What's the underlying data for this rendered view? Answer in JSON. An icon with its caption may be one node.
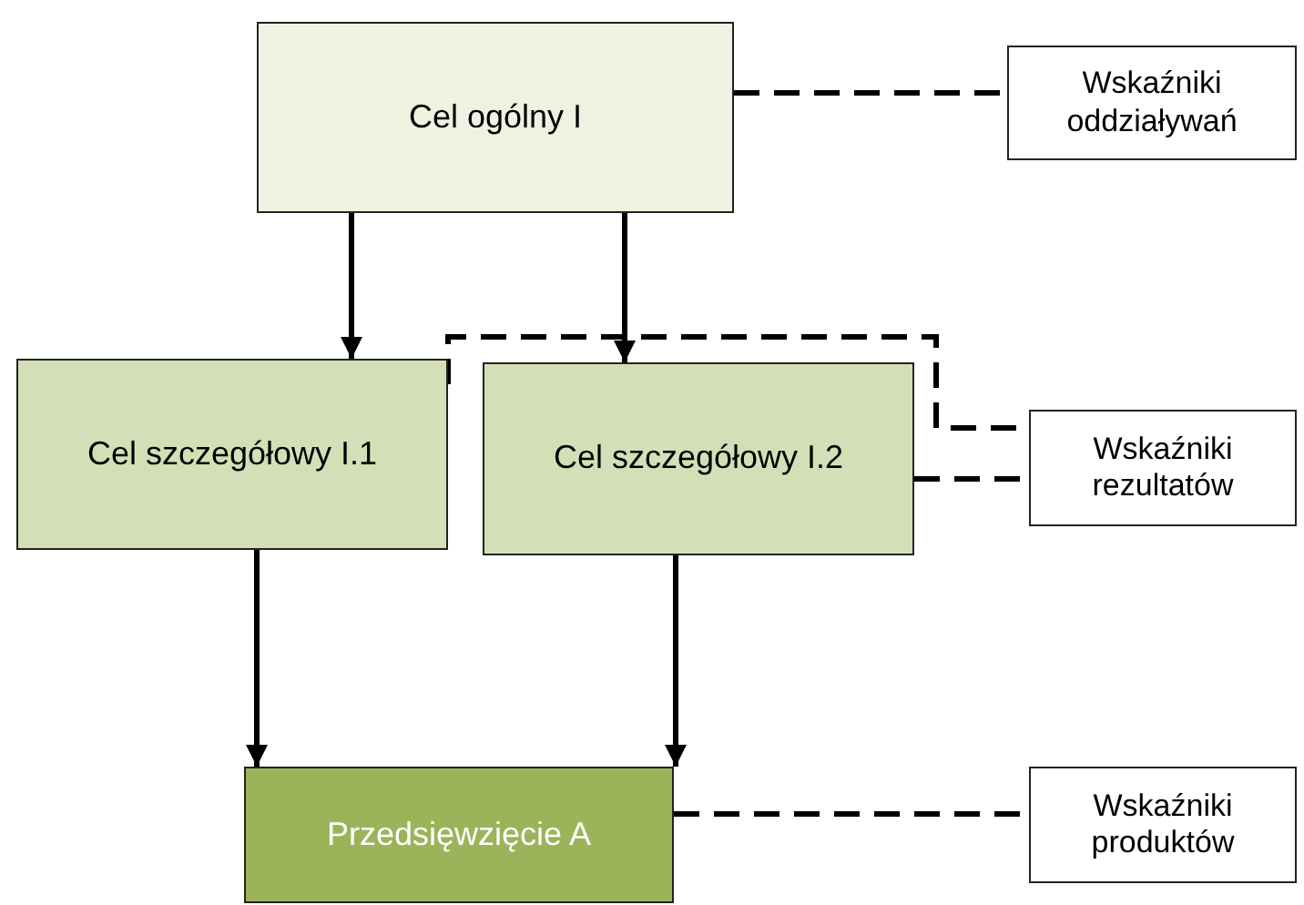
{
  "diagram": {
    "nodes": [
      {
        "text": [
          "Cel ogólny I"
        ]
      },
      {
        "text": [
          "Wskaźniki oddziaływań"
        ]
      },
      {
        "text": [
          "Cel szczegółowy I.1"
        ]
      },
      {
        "text": [
          "Cel szczegółowy I.2"
        ]
      },
      {
        "text": [
          "Wskaźniki rezultatów"
        ]
      },
      {
        "text": [
          "Przedsięwzięcie A"
        ]
      },
      {
        "text": [
          "Wskaźniki produktów"
        ]
      }
    ],
    "edges": [
      {
        "from": 0,
        "to": 2,
        "arrow": "to"
      },
      {
        "from": 0,
        "to": 3,
        "arrow": "to"
      },
      {
        "from": 2,
        "to": 5,
        "arrow": "to"
      },
      {
        "from": 3,
        "to": 5,
        "arrow": "to"
      },
      {
        "from": 0,
        "to": 1,
        "arrow": "none",
        "style": "dashed"
      },
      {
        "from": 2,
        "to": 4,
        "arrow": "none",
        "style": "dashed"
      },
      {
        "from": 3,
        "to": 4,
        "arrow": "none",
        "style": "dashed"
      },
      {
        "from": 5,
        "to": 6,
        "arrow": "none",
        "style": "dashed"
      }
    ]
  }
}
